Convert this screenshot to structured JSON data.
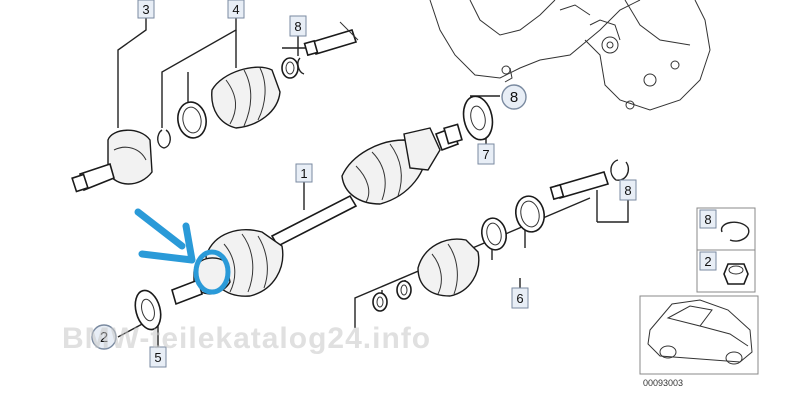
{
  "labels": {
    "part_1": "1",
    "part_2": "2",
    "part_3": "3",
    "part_4": "4",
    "part_5": "5",
    "part_6": "6",
    "part_7": "7",
    "part_8a": "8",
    "part_8b": "8",
    "part_8c": "8"
  },
  "legend": {
    "item_8": "8",
    "item_2": "2"
  },
  "drawing_number": "00093003",
  "watermark": "BMW-teilekatalog24.info",
  "colors": {
    "arrow": "#2a9ad8",
    "highlight_ring": "#2a9ad8",
    "label_fill": "#e8eef6"
  }
}
